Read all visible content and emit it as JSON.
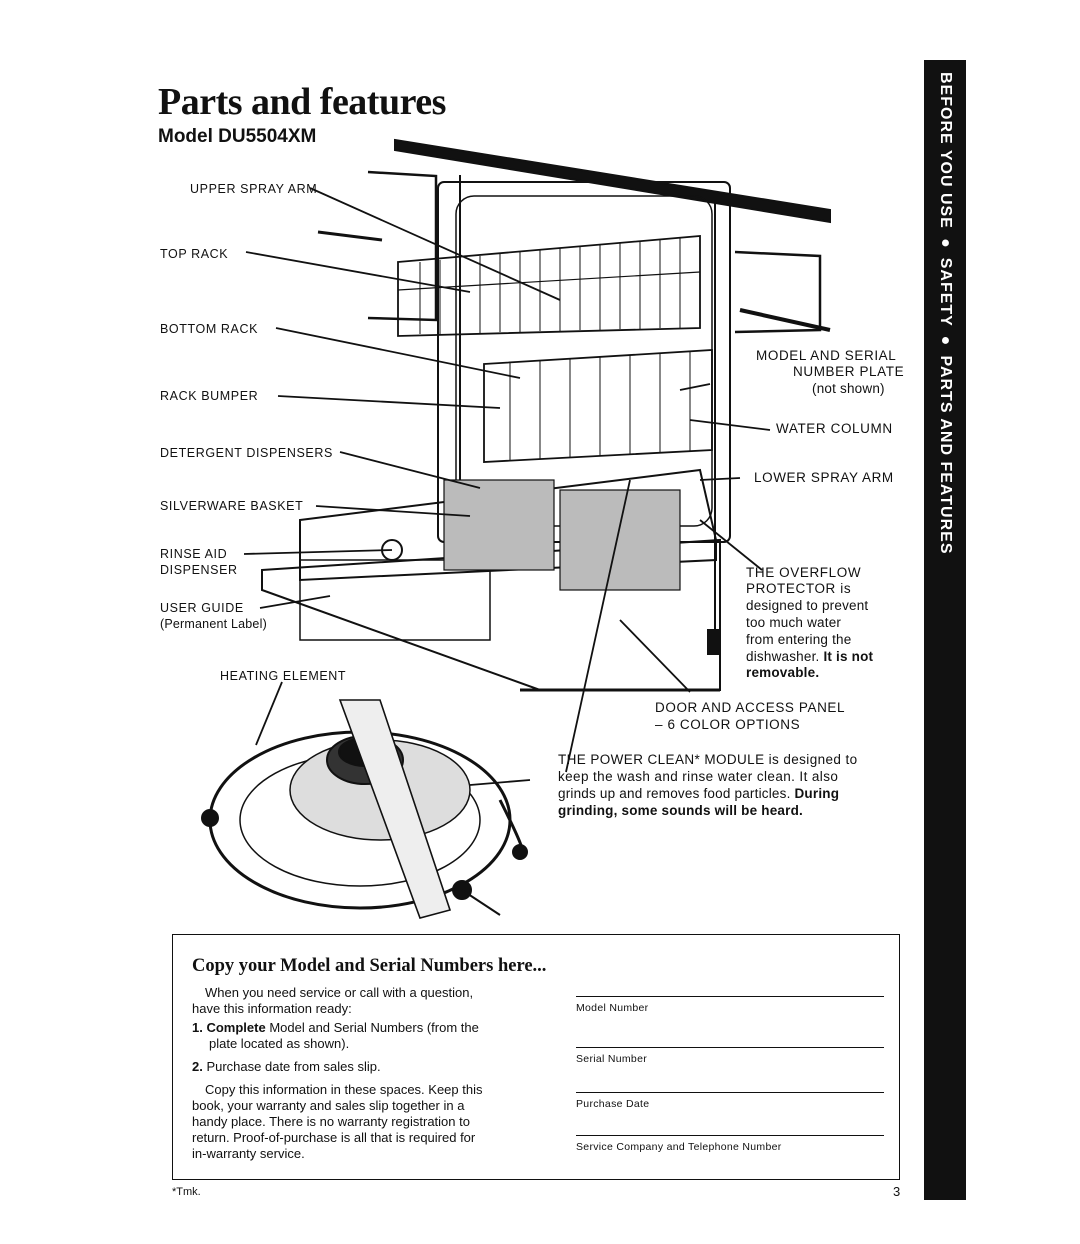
{
  "page": {
    "title": "Parts and features",
    "model": "Model DU5504XM",
    "side_tab": "BEFORE YOU USE ● SAFETY ● PARTS AND FEATURES",
    "page_number": "3",
    "footnote": "*Tmk."
  },
  "labels": {
    "upper_spray_arm": "UPPER SPRAY ARM",
    "top_rack": "TOP RACK",
    "bottom_rack": "BOTTOM RACK",
    "rack_bumper": "RACK BUMPER",
    "detergent_dispensers": "DETERGENT DISPENSERS",
    "silverware_basket": "SILVERWARE BASKET",
    "rinse_aid_1": "RINSE AID",
    "rinse_aid_2": "DISPENSER",
    "user_guide_1": "USER GUIDE",
    "user_guide_2": "(Permanent Label)",
    "heating_element": "HEATING ELEMENT",
    "model_serial_1": "MODEL AND SERIAL",
    "model_serial_2": "NUMBER PLATE",
    "model_serial_3": "(not shown)",
    "water_column": "WATER COLUMN",
    "lower_spray_arm": "LOWER SPRAY ARM",
    "overflow_1": "THE OVERFLOW",
    "overflow_2": "PROTECTOR is",
    "overflow_3": "designed to prevent",
    "overflow_4": "too much water",
    "overflow_5": "from entering the",
    "overflow_6a": "dishwasher. ",
    "overflow_6b": "It is not",
    "overflow_7": "removable.",
    "door_panel_1": "DOOR AND ACCESS PANEL",
    "door_panel_2": "– 6 COLOR OPTIONS",
    "power_clean_1a": "THE POWER CLEAN* MODULE",
    "power_clean_1b": " is designed to",
    "power_clean_2": "keep the wash and rinse water clean. It also",
    "power_clean_3a": "grinds up and removes food particles. ",
    "power_clean_3b": "During",
    "power_clean_4": "grinding, some sounds will be heard."
  },
  "copy_box": {
    "title": "Copy your Model and Serial Numbers here...",
    "intro_1": "When you need service or call with a question,",
    "intro_2": "have this information ready:",
    "step1_num": "1.",
    "step1_bold": "Complete",
    "step1_text": " Model and Serial Numbers (from the",
    "step1_text2": "plate located as shown).",
    "step2_num": "2.",
    "step2_text": " Purchase date from sales slip.",
    "para_1": "Copy this information in these spaces. Keep this",
    "para_2": "book, your warranty and sales slip together in a",
    "para_3": "handy place. There is no warranty registration to",
    "para_4": "return. Proof-of-purchase is all that is required for",
    "para_5": "in-warranty service.",
    "fields": [
      "Model Number",
      "Serial Number",
      "Purchase Date",
      "Service Company and Telephone Number"
    ]
  }
}
